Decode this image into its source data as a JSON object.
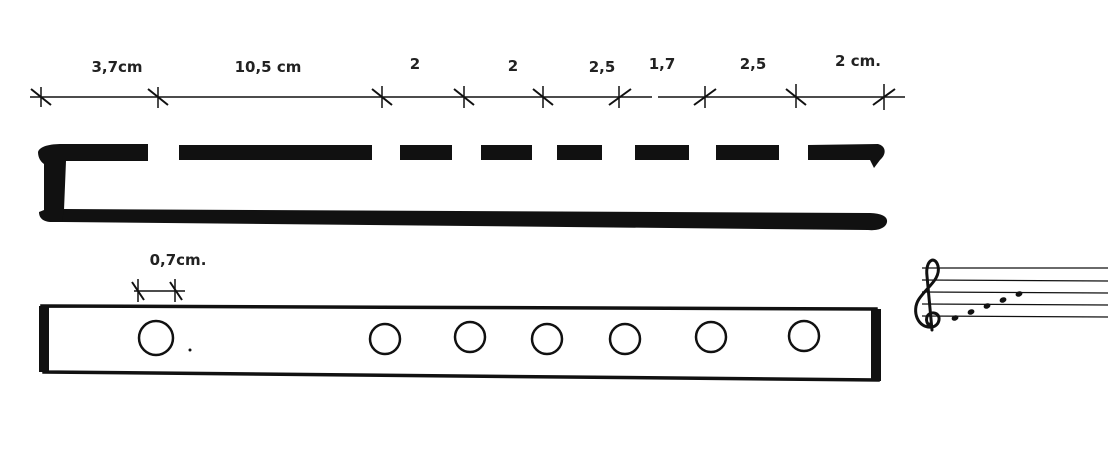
{
  "diagram": {
    "segment_labels": [
      "3,7cm",
      "10,5 cm",
      "2",
      "2",
      "2,5",
      "1,7",
      "2,5",
      "2 cm."
    ],
    "hole_diameter_label": "0,7cm.",
    "note_count": 5,
    "colors": {
      "ink": "#111111",
      "label": "#222222",
      "paper": "#ffffff"
    }
  }
}
